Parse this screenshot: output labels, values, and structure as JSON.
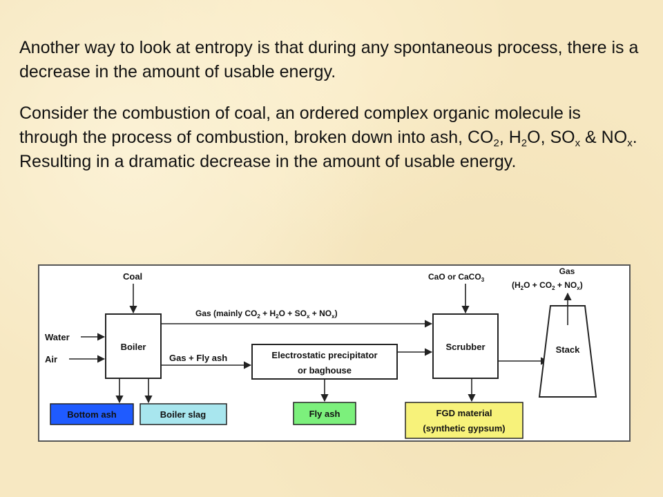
{
  "slide": {
    "para1": "Another way to look at entropy is that during any spontaneous process, there is a decrease in the amount of usable energy.",
    "para2": {
      "intro": "Consider the combustion of coal, an ordered complex organic molecule is through the process of combustion, broken down into ash, CO",
      "co2_sub": "2",
      "after_co2": ", H",
      "h2o_sub": "2",
      "after_h2o": "O, SO",
      "sox_sub": "x",
      "after_sox": " & NO",
      "nox_sub": "x",
      "ending": ". Resulting in a dramatic decrease in the amount of usable energy."
    }
  },
  "diagram": {
    "coal": "Coal",
    "water": "Water",
    "air": "Air",
    "boiler": "Boiler",
    "gas_main": {
      "prefix": "Gas (mainly CO",
      "co2_sub": "2",
      "h2o_prefix": " + H",
      "h2o_sub": "2",
      "so_prefix": "O + SO",
      "so_sub": "x",
      "no_prefix": " + NO",
      "no_sub": "x",
      "suffix": ")"
    },
    "gas_flyash": "Gas + Fly ash",
    "esp_line1": "Electrostatic precipitator",
    "esp_line2": "or baghouse",
    "cao": {
      "prefix": "CaO or CaCO",
      "sub": "3"
    },
    "scrubber": "Scrubber",
    "stack": "Stack",
    "gas_out_title": "Gas",
    "gas_out": {
      "prefix": "(H",
      "h2o_sub": "2",
      "co2_prefix": "O + CO",
      "co2_sub": "2",
      "no_prefix": " + NO",
      "no_sub": "x",
      "suffix": ")"
    },
    "bottom_ash": "Bottom ash",
    "boiler_slag": "Boiler slag",
    "fly_ash": "Fly ash",
    "fgd_line1": "FGD material",
    "fgd_line2": "(synthetic gypsum)",
    "colors": {
      "bottom_ash": "#1f5bff",
      "boiler_slag": "#a8e6ee",
      "fly_ash": "#7cf07c",
      "fgd": "#f7f27a",
      "page_bg": "#f7e8c2"
    }
  }
}
